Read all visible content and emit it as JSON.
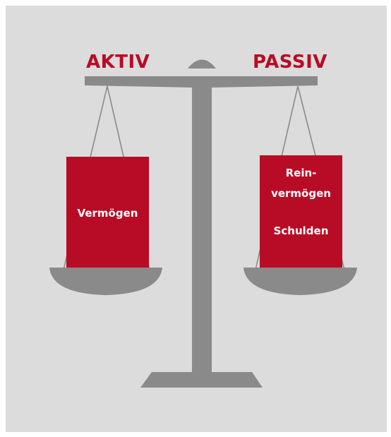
{
  "colors": {
    "background": "#dcdcdc",
    "scale": "#8a8a8a",
    "accent": "#b80c26",
    "box_text": "#ffffff"
  },
  "labels": {
    "left": "AKTIV",
    "right": "PASSIV"
  },
  "left_pan": {
    "box_text": "Vermögen"
  },
  "right_pan": {
    "box_line1": "Rein-",
    "box_line2": "vermögen",
    "box_line3": "Schulden"
  }
}
